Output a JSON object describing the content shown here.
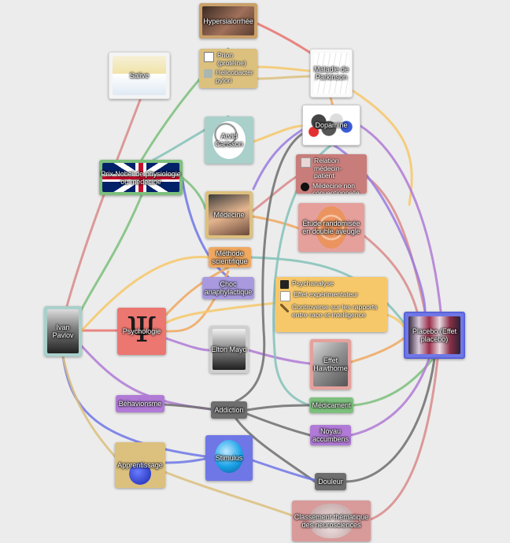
{
  "nodes": {
    "hypersialorrhee": {
      "label": "Hypersialorrhée"
    },
    "salive": {
      "label": "Salive"
    },
    "prion_group": {
      "items": [
        "Prion (protéine)",
        "Helicobacter pylori"
      ]
    },
    "parkinson": {
      "label": "Maladie de Parkinson"
    },
    "carlsson": {
      "label": "Arvid Carlsson"
    },
    "dopamine": {
      "label": "Dopamine"
    },
    "nobel": {
      "label": "Prix Nobel de physiologie ou médecine"
    },
    "relation_group": {
      "items": [
        "Relation médecin-patient",
        "Médecine non conventionnelle"
      ]
    },
    "medecine": {
      "label": "Médecine"
    },
    "etude": {
      "label": "Étude randomisée en double aveugle"
    },
    "methode": {
      "label": "Méthode scientifique"
    },
    "choc": {
      "label": "Choc anaphylactique"
    },
    "psy_group": {
      "items": [
        "Psychanalyse",
        "Effet expérimentateur",
        "Controverse sur les rapports entre race et intelligence"
      ]
    },
    "pavlov": {
      "label": "Ivan Pavlov"
    },
    "psychologie": {
      "label": "Psychologie"
    },
    "mayo": {
      "label": "Elton Mayo"
    },
    "hawthorne": {
      "label": "Effet Hawthorne"
    },
    "placebo": {
      "label": "Placebo (Effet placebo)"
    },
    "behaviorisme": {
      "label": "Béhavionsme"
    },
    "addiction": {
      "label": "Addiction"
    },
    "medicament": {
      "label": "Médicament"
    },
    "noyau": {
      "label": "Noyau accumbens"
    },
    "apprentissage": {
      "label": "Apprentissage"
    },
    "stimulus": {
      "label": "Stimulus"
    },
    "douleur": {
      "label": "Douleur"
    },
    "classement": {
      "label": "Classement thématique des neurosciences"
    }
  },
  "colors": {
    "red": "#e7736e",
    "orange": "#f0a860",
    "yellow": "#f6c86a",
    "tan": "#dcc07e",
    "green": "#7dbf7d",
    "teal": "#84c2b8",
    "blue": "#6f77e6",
    "purple": "#9a7be0",
    "violet": "#b07ad6",
    "grey": "#6e6e6e",
    "pink": "#d98a8a",
    "background": "#ececec"
  },
  "icons": [
    "puzzle-icon",
    "psi-symbol-icon",
    "anarchy-symbol-icon",
    "image-icon",
    "feather-icon"
  ]
}
